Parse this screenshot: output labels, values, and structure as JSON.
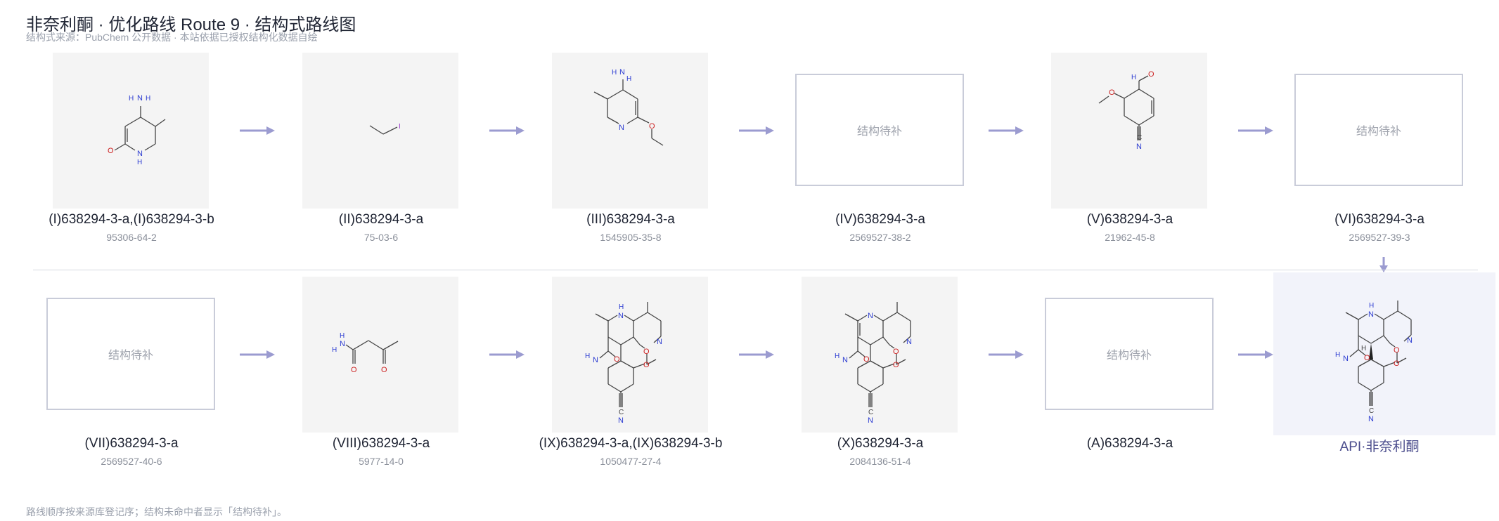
{
  "header": {
    "title": "非奈利酮 · 优化路线 Route 9 · 结构式路线图",
    "subtitle": "结构式来源：PubChem 公开数据 · 本站依据已授权结构化数据自绘"
  },
  "row1": [
    {
      "label": "(I)638294-3-a,(I)638294-3-b",
      "cas": "95306-64-2"
    },
    {
      "label": "(II)638294-3-a",
      "cas": "75-03-6"
    },
    {
      "label": "(III)638294-3-a",
      "cas": "1545905-35-8"
    },
    {
      "label": "(IV)638294-3-a",
      "cas": "2569527-38-2",
      "placeholder": "结构待补"
    },
    {
      "label": "(V)638294-3-a",
      "cas": "21962-45-8"
    },
    {
      "label": "(VI)638294-3-a",
      "cas": "2569527-39-3",
      "placeholder": "结构待补"
    }
  ],
  "row2": [
    {
      "label": "(VII)638294-3-a",
      "cas": "2569527-40-6",
      "placeholder": "结构待补"
    },
    {
      "label": "(VIII)638294-3-a",
      "cas": "5977-14-0"
    },
    {
      "label": "(IX)638294-3-a,(IX)638294-3-b",
      "cas": "1050477-27-4"
    },
    {
      "label": "(X)638294-3-a",
      "cas": "2084136-51-4"
    },
    {
      "label": "(A)638294-3-a",
      "cas": "",
      "placeholder": "结构待补"
    },
    {
      "label": "API·非奈利酮",
      "cas": ""
    }
  ],
  "atoms": {
    "n": "N",
    "h": "H",
    "o": "O",
    "c": "C",
    "i": "I"
  },
  "footnote": "路线顺序按来源库登记序；结构未命中者显示「结构待补」。",
  "colors": {
    "arrow": "#9b9bd0",
    "placeholder_border": "#c9ccd9",
    "structure_bg": "#f4f4f4",
    "api_bg": "#f2f3fa",
    "nitrogen": "#2b3bd1",
    "oxygen": "#cc2222",
    "iodine": "#9933cc"
  }
}
